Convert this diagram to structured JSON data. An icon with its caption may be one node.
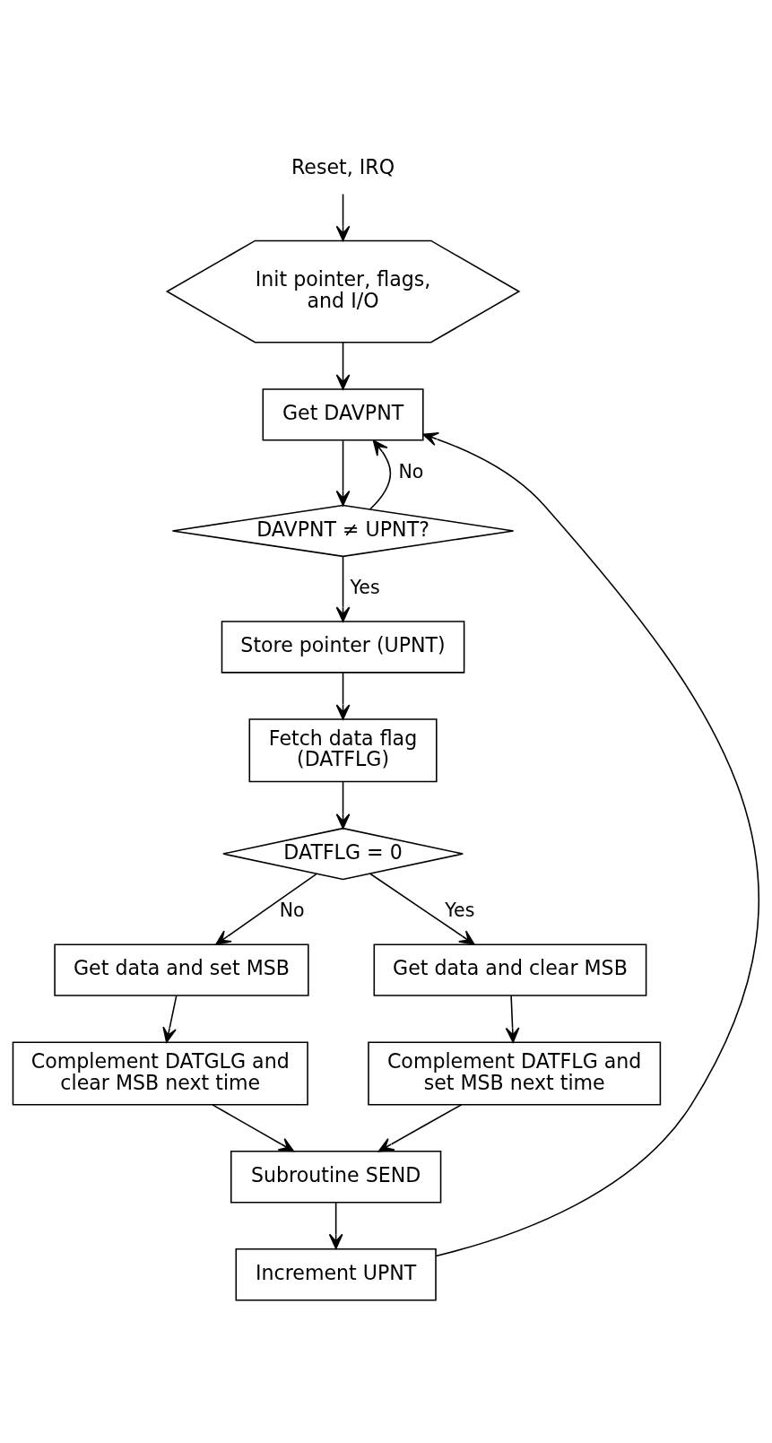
{
  "diagram": {
    "nodes": [
      {
        "text": [
          "Reset, IRQ"
        ]
      },
      {
        "text": [
          "Init pointer, flags, and I/O"
        ]
      },
      {
        "text": [
          "Get DAVPNT"
        ]
      },
      {
        "text": [
          "DAVPNT ≠ UPNT?"
        ]
      },
      {
        "text": [
          "Store pointer (UPNT)"
        ]
      },
      {
        "text": [
          "Fetch data flag (DATFLG)"
        ]
      },
      {
        "text": [
          "DATFLG = 0"
        ]
      },
      {
        "text": [
          "Get data and set MSB"
        ]
      },
      {
        "text": [
          "Complement DATGLG and clear MSB next time"
        ]
      },
      {
        "text": [
          "Get data and clear MSB"
        ]
      },
      {
        "text": [
          "Complement DATFLG and set MSB next time"
        ]
      },
      {
        "text": [
          "Subroutine SEND"
        ]
      },
      {
        "text": [
          "Increment UPNT"
        ]
      }
    ],
    "edges": [
      {
        "from": 0,
        "to": 1,
        "arrow": "to"
      },
      {
        "from": 1,
        "to": 2,
        "arrow": "to"
      },
      {
        "from": 3,
        "to": 2,
        "arrow": "to",
        "label": "No"
      },
      {
        "from": 2,
        "to": 3,
        "arrow": "to"
      },
      {
        "from": 3,
        "to": 4,
        "arrow": "to",
        "label": "Yes"
      },
      {
        "from": 4,
        "to": 5,
        "arrow": "to"
      },
      {
        "from": 5,
        "to": 6,
        "arrow": "to"
      },
      {
        "from": 6,
        "to": 7,
        "arrow": "to",
        "label": "No"
      },
      {
        "from": 6,
        "to": 9,
        "arrow": "to",
        "label": "Yes"
      },
      {
        "from": 7,
        "to": 8,
        "arrow": "to"
      },
      {
        "from": 9,
        "to": 10,
        "arrow": "to"
      },
      {
        "from": 10,
        "to": 11,
        "arrow": "to"
      },
      {
        "from": 8,
        "to": 11,
        "arrow": "to"
      },
      {
        "from": 11,
        "to": 12,
        "arrow": "to"
      },
      {
        "from": 12,
        "to": 2,
        "arrow": "to"
      }
    ]
  }
}
